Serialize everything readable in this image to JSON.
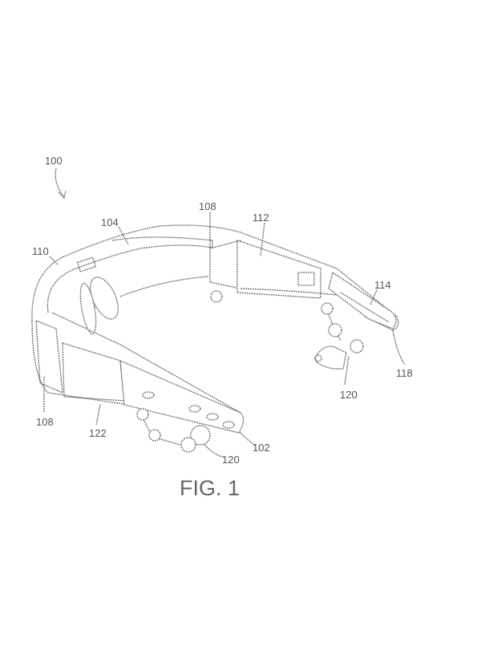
{
  "figure": {
    "caption": "FIG. 1",
    "labels": {
      "device": "100",
      "frame_band": "104",
      "display_right": "108",
      "electronics": "112",
      "front_frame": "110",
      "temple_right": "114",
      "temple_tip": "118",
      "earpiece_right": "120",
      "display_left": "108",
      "housing": "122",
      "temple_left": "102",
      "earpiece_left": "120"
    }
  }
}
